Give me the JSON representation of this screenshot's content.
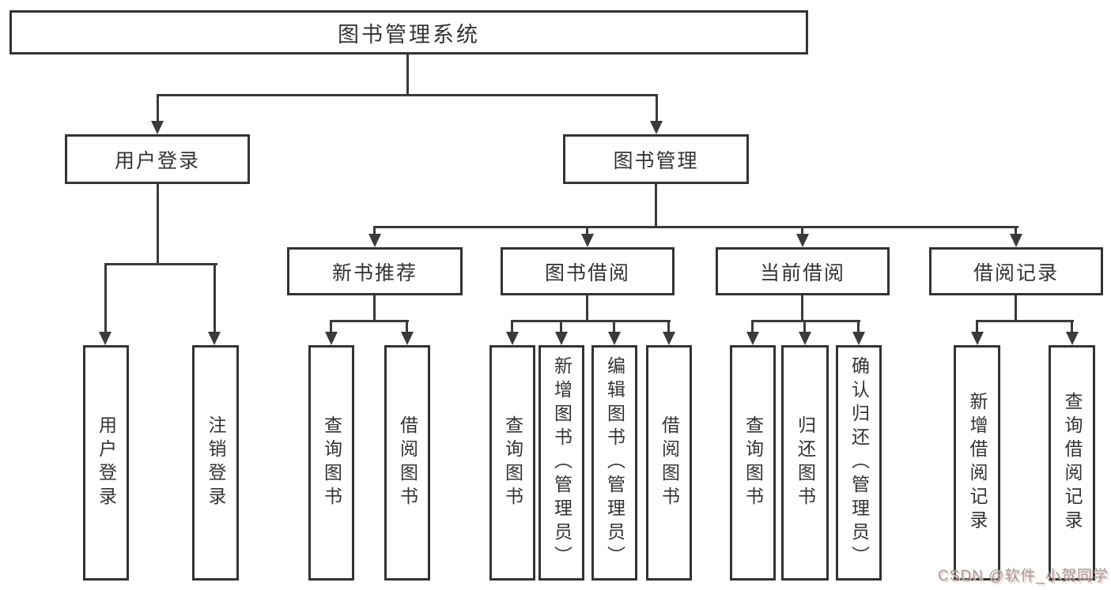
{
  "colors": {
    "line": "#3a3a3a",
    "box_border": "#333333",
    "box_fill": "#ffffff",
    "text": "#333333",
    "watermark": "#9c9c9c",
    "watermark_shadow": "#f8c4c4"
  },
  "root": {
    "label": "图书管理系统"
  },
  "level2": [
    {
      "label": "用户登录",
      "parent": "图书管理系统"
    },
    {
      "label": "图书管理",
      "parent": "图书管理系统"
    }
  ],
  "level3": [
    {
      "label": "新书推荐",
      "parent": "图书管理"
    },
    {
      "label": "图书借阅",
      "parent": "图书管理"
    },
    {
      "label": "当前借阅",
      "parent": "图书管理"
    },
    {
      "label": "借阅记录",
      "parent": "图书管理"
    }
  ],
  "leaves": [
    {
      "label": "用户登录",
      "parent": "用户登录"
    },
    {
      "label": "注销登录",
      "parent": "用户登录"
    },
    {
      "label": "查询图书",
      "parent": "新书推荐"
    },
    {
      "label": "借阅图书",
      "parent": "新书推荐"
    },
    {
      "label": "查询图书",
      "parent": "图书借阅"
    },
    {
      "label": "新增图书（管理员）",
      "parent": "图书借阅"
    },
    {
      "label": "编辑图书（管理员）",
      "parent": "图书借阅"
    },
    {
      "label": "借阅图书",
      "parent": "图书借阅"
    },
    {
      "label": "查询图书",
      "parent": "当前借阅"
    },
    {
      "label": "归还图书",
      "parent": "当前借阅"
    },
    {
      "label": "确认归还（管理员）",
      "parent": "当前借阅"
    },
    {
      "label": "新增借阅记录",
      "parent": "借阅记录"
    },
    {
      "label": "查询借阅记录",
      "parent": "借阅记录"
    }
  ],
  "watermark": "CSDN @软件_小贺同学"
}
